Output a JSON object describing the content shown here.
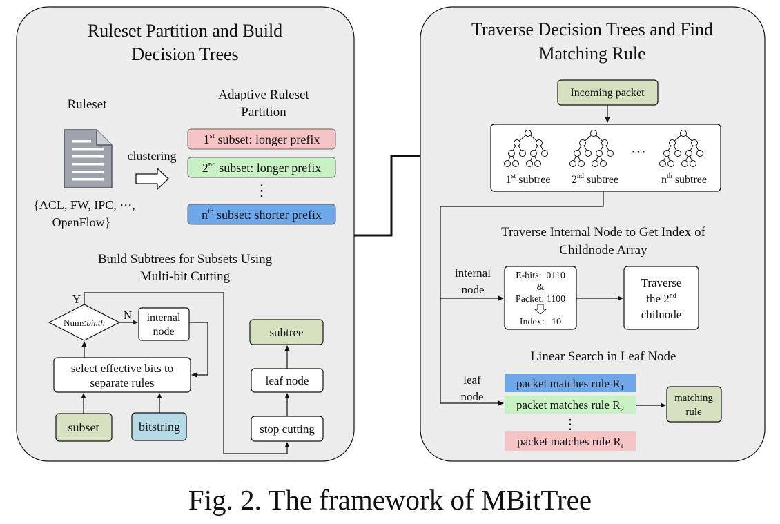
{
  "left_panel": {
    "title_line1": "Ruleset Partition and Build",
    "title_line2": "Decision Trees",
    "ruleset_label": "Ruleset",
    "ruleset_types_line1": "{ACL, FW, IPC, ⋯,",
    "ruleset_types_line2": "OpenFlow}",
    "clustering_label": "clustering",
    "partition_title_line1": "Adaptive Ruleset",
    "partition_title_line2": "Partition",
    "subsets": [
      {
        "ord": "1",
        "sup": "st",
        "text": " subset: longer prefix",
        "color": "#f6c4c4"
      },
      {
        "ord": "2",
        "sup": "nd",
        "text": " subset: longer prefix",
        "color": "#c8f2c4"
      },
      {
        "ord": "n",
        "sup": "th",
        "text": " subset: shorter prefix",
        "color": "#6fa8ea"
      }
    ],
    "vertical_ellipsis": "⋮",
    "build_title_line1": "Build Subtrees for Subsets Using",
    "build_title_line2": "Multi-bit Cutting",
    "decision_text": "Num≤",
    "decision_var": "binth",
    "yes_label": "Y",
    "no_label": "N",
    "internal_node_line1": "internal",
    "internal_node_line2": "node",
    "select_bits_line1": "select effective bits to",
    "select_bits_line2": "separate rules",
    "subset_box": "subset",
    "bitstring_box": "bitstring",
    "subtree_box": "subtree",
    "leaf_node_box": "leaf node",
    "stop_cutting_box": "stop cutting"
  },
  "right_panel": {
    "title_line1": "Traverse Decision Trees and Find",
    "title_line2": "Matching Rule",
    "incoming_packet": "Incoming packet",
    "subtrees": [
      {
        "ord": "1",
        "sup": "st",
        "text": " subtree"
      },
      {
        "ord": "2",
        "sup": "nd",
        "text": " subtree"
      },
      {
        "ord": "n",
        "sup": "th",
        "text": " subtree"
      }
    ],
    "horizontal_ellipsis": "⋯",
    "internal_title_line1": "Traverse Internal Node to Get Index of",
    "internal_title_line2": "Childnode Array",
    "internal_node_label_line1": "internal",
    "internal_node_label_line2": "node",
    "ebits_line": "E-bits:  0110",
    "and_line": "&",
    "packet_line": "Packet: 1100",
    "index_line": "Index:   10",
    "traverse_line1": "Traverse",
    "traverse_line2_a": "the 2",
    "traverse_line2_sup": "nd",
    "traverse_line3": "chilnode",
    "leaf_title": "Linear Search in Leaf Node",
    "leaf_node_label_line1": "leaf",
    "leaf_node_label_line2": "node",
    "rules": [
      {
        "text": "packet matches rule R",
        "sub": "1",
        "color": "#6fa8ea"
      },
      {
        "text": "packet matches rule R",
        "sub": "2",
        "color": "#c8f2c4"
      },
      {
        "text": "packet matches rule R",
        "sub": "t",
        "color": "#f6c4c4"
      }
    ],
    "vertical_ellipsis": "⋮",
    "matching_rule_line1": "matching",
    "matching_rule_line2": "rule"
  },
  "caption": "Fig. 2. The framework of MBitTree",
  "colors": {
    "panel_bg": "#ececec",
    "olive_box": "#d7e1c2",
    "blue_box": "#b6dbe6",
    "rule_blue": "#6fa8ea",
    "rule_green": "#c8f2c4",
    "rule_red": "#f6c4c4"
  },
  "icons": [
    "document-icon",
    "hollow-arrow-icon",
    "tree-icon"
  ]
}
